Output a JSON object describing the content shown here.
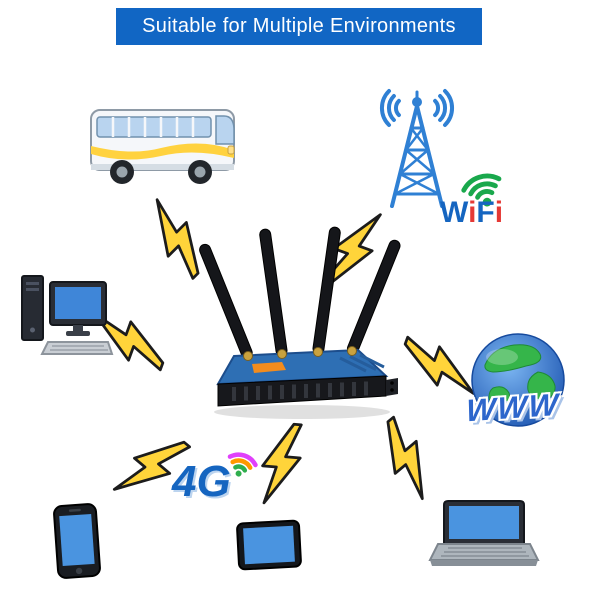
{
  "banner": {
    "title": "Suitable for Multiple Environments",
    "background_color": "#1166c4",
    "text_color": "#ffffff"
  },
  "labels": {
    "wifi_letters": [
      "W",
      "i",
      "F",
      "i"
    ],
    "www": "WWW",
    "four_g": "4G"
  },
  "colors": {
    "lightning_fill": "#ffd43a",
    "lightning_outline": "#1c1c1c",
    "wifi_green": "#19a84c",
    "tower_blue": "#2f80d4",
    "globe_blue": "#1d55b0",
    "land_green": "#35b54a",
    "www_blue": "#2d66cc",
    "four_g_blue": "#1565c0",
    "router_top_blue": "#2e6fb4",
    "router_body_black": "#17181c",
    "screen_blue": "#4a94e0"
  },
  "icons": {
    "center_device": "router-4-antenna",
    "connector": "lightning-bolt",
    "connected_items": [
      "bus",
      "cell-tower",
      "wifi-signal",
      "desktop-computer",
      "globe-www",
      "4g-signal",
      "smartphone",
      "tablet",
      "laptop"
    ]
  }
}
